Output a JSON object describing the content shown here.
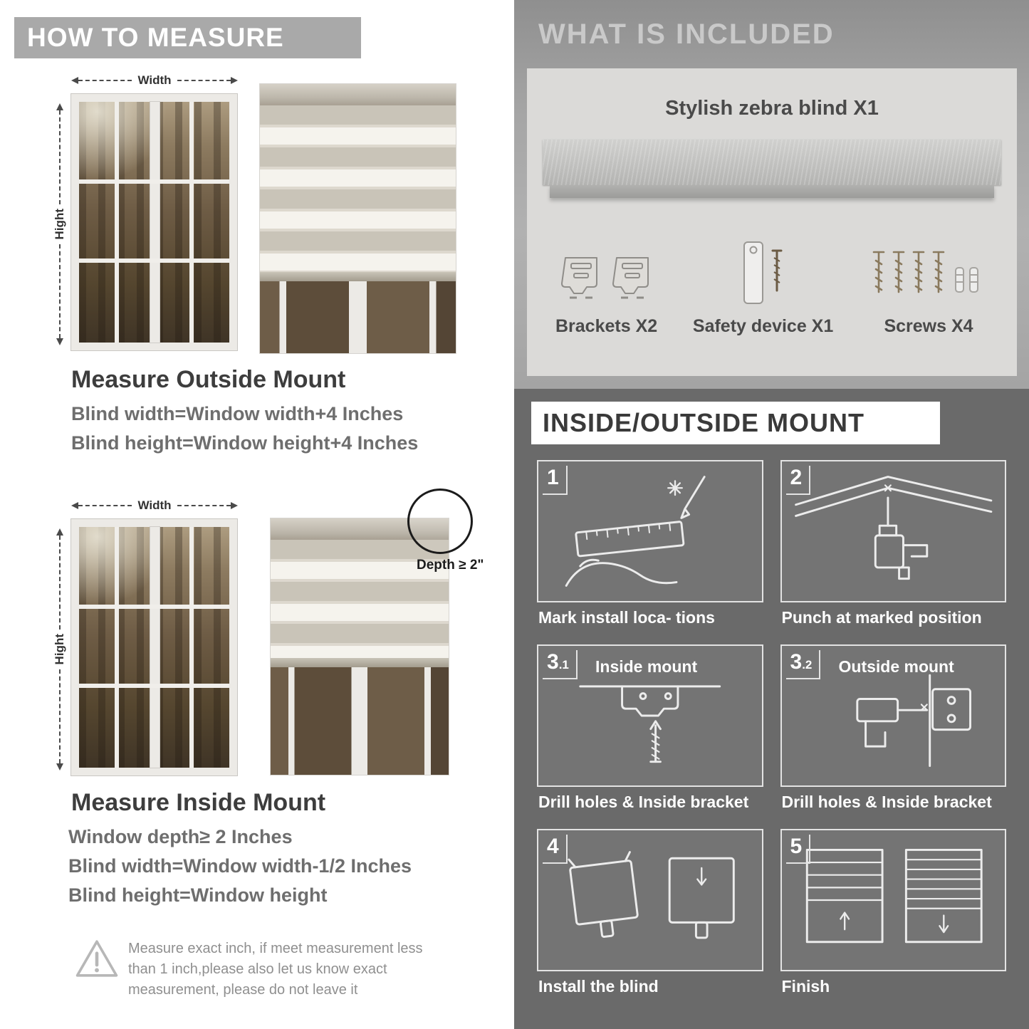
{
  "left": {
    "header": "HOW TO MEASURE",
    "outside": {
      "width_label": "Width",
      "height_label": "Hight",
      "title": "Measure Outside Mount",
      "lines": [
        "Blind width=Window width+4 Inches",
        "Blind height=Window height+4 Inches"
      ]
    },
    "inside": {
      "width_label": "Width",
      "height_label": "Hight",
      "depth_callout": "Depth ≥ 2\"",
      "title": "Measure Inside Mount",
      "lines": [
        "Window depth≥ 2 Inches",
        "Blind width=Window width-1/2 Inches",
        "Blind height=Window height"
      ]
    },
    "warning_note": "Measure exact inch, if meet measurement less than 1 inch,please also let us know exact measurement, please do not leave it"
  },
  "right": {
    "included": {
      "header": "WHAT IS INCLUDED",
      "product_label": "Stylish zebra blind X1",
      "items": [
        {
          "name": "brackets",
          "label": "Brackets X2"
        },
        {
          "name": "safety-device",
          "label": "Safety device X1"
        },
        {
          "name": "screws",
          "label": "Screws X4"
        }
      ]
    },
    "mount": {
      "header": "INSIDE/OUTSIDE MOUNT",
      "steps": [
        {
          "num": "1",
          "sub": "",
          "label": "",
          "caption": "Mark install loca- tions"
        },
        {
          "num": "2",
          "sub": "",
          "label": "",
          "caption": "Punch at marked position"
        },
        {
          "num": "3",
          "sub": ".1",
          "label": "Inside mount",
          "caption": "Drill holes & Inside bracket"
        },
        {
          "num": "3",
          "sub": ".2",
          "label": "Outside mount",
          "caption": "Drill holes & Inside bracket"
        },
        {
          "num": "4",
          "sub": "",
          "label": "",
          "caption": "Install the blind"
        },
        {
          "num": "5",
          "sub": "",
          "label": "",
          "caption": "Finish"
        }
      ]
    }
  },
  "icons": {
    "warning": "warning-triangle-icon",
    "width_arrow": "horizontal-double-arrow-icon",
    "height_arrow": "vertical-double-arrow-icon"
  },
  "colors": {
    "banner_gray": "#a9a9a9",
    "heading_dark": "#3d3d3d",
    "body_gray": "#6e6e6e",
    "included_panel": "#dbdad8",
    "mount_bg": "#6a6a6a",
    "white": "#ffffff"
  }
}
